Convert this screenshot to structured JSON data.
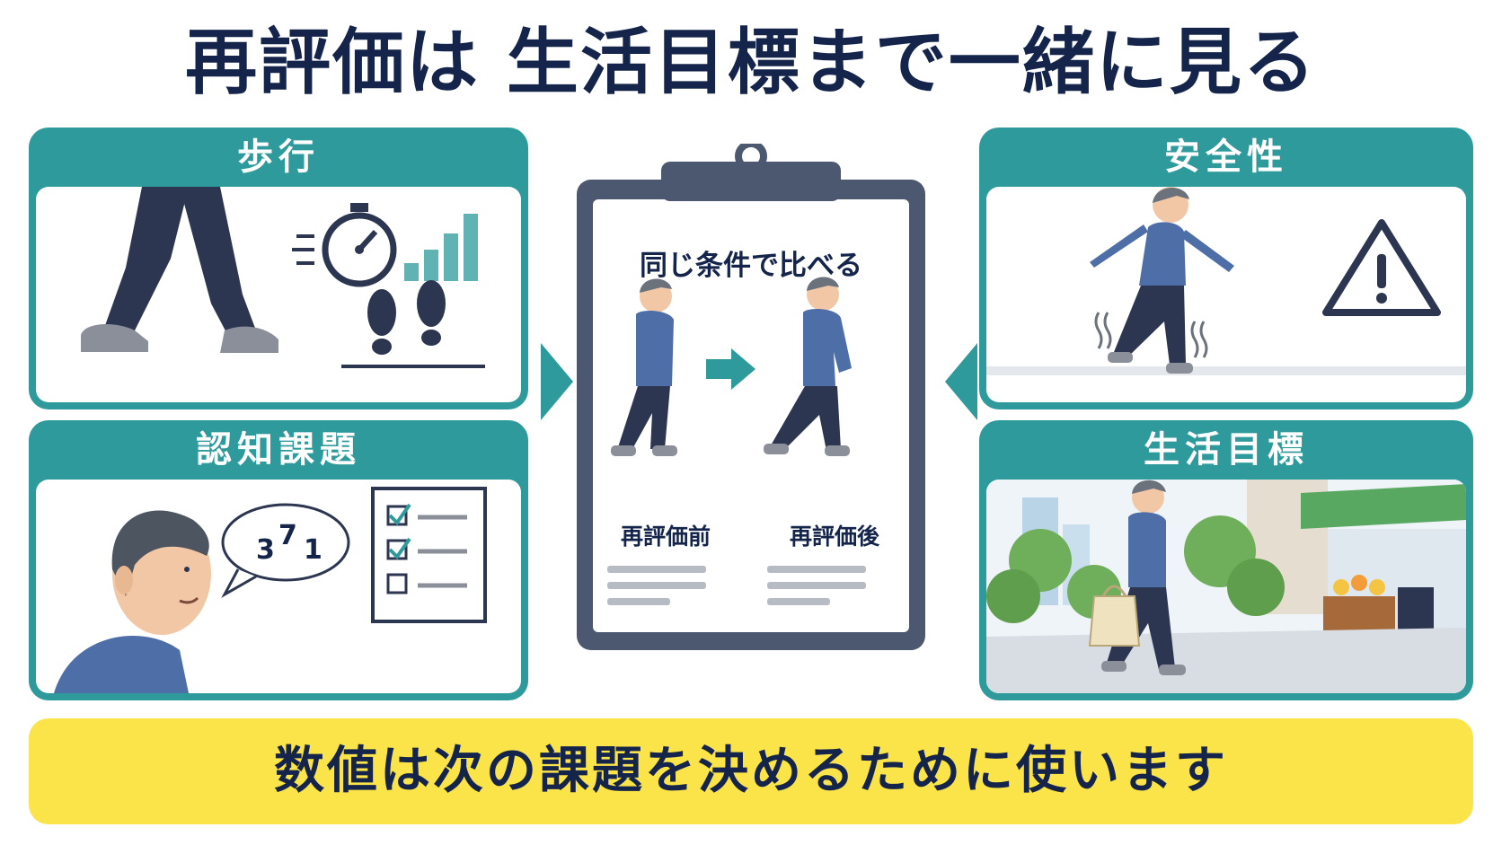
{
  "title": "再評価は 生活目標まで一緒に見る",
  "panels": {
    "walking": {
      "label": "歩行"
    },
    "cognitive": {
      "label": "認知課題",
      "bubble_numbers": [
        "3",
        "7",
        "1"
      ]
    },
    "safety": {
      "label": "安全性"
    },
    "goals": {
      "label": "生活目標"
    }
  },
  "center": {
    "heading": "同じ条件で比べる",
    "before_label": "再評価前",
    "after_label": "再評価後"
  },
  "banner": "数値は次の課題を決めるために使います",
  "colors": {
    "teal": "#2f9a9c",
    "navy": "#14244a",
    "banner_yellow": "#fbe34a",
    "board_slate": "#4b5870",
    "shirt_blue": "#4e6ea8",
    "pants_navy": "#2c3650"
  },
  "icons": [
    "stopwatch-icon",
    "bar-chart-icon",
    "footprints-icon",
    "checklist-icon",
    "warning-icon"
  ]
}
